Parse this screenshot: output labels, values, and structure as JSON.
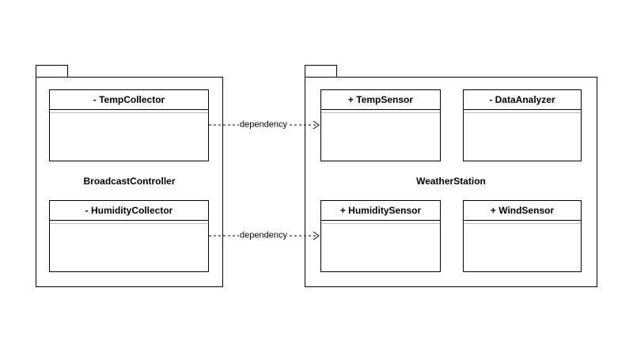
{
  "diagram": {
    "type": "uml-package-dependency-diagram",
    "background_color": "#ffffff",
    "stroke_color": "#000000",
    "divider_color": "#bdbdbd",
    "packages": [
      {
        "name": "BroadcastController",
        "classes": [
          {
            "name": "- TempCollector"
          },
          {
            "name": "- HumidityCollector"
          }
        ]
      },
      {
        "name": "WeatherStation",
        "classes": [
          {
            "name": "+ TempSensor"
          },
          {
            "name": "- DataAnalyzer"
          },
          {
            "name": "+ HumiditySensor"
          },
          {
            "name": "+ WindSensor"
          }
        ]
      }
    ],
    "edges": [
      {
        "label": "dependency",
        "from": "BroadcastController.TempCollector",
        "to": "WeatherStation.TempSensor",
        "style": "dashed-open-arrow"
      },
      {
        "label": "dependency",
        "from": "BroadcastController.HumidityCollector",
        "to": "WeatherStation.HumiditySensor",
        "style": "dashed-open-arrow"
      }
    ]
  }
}
